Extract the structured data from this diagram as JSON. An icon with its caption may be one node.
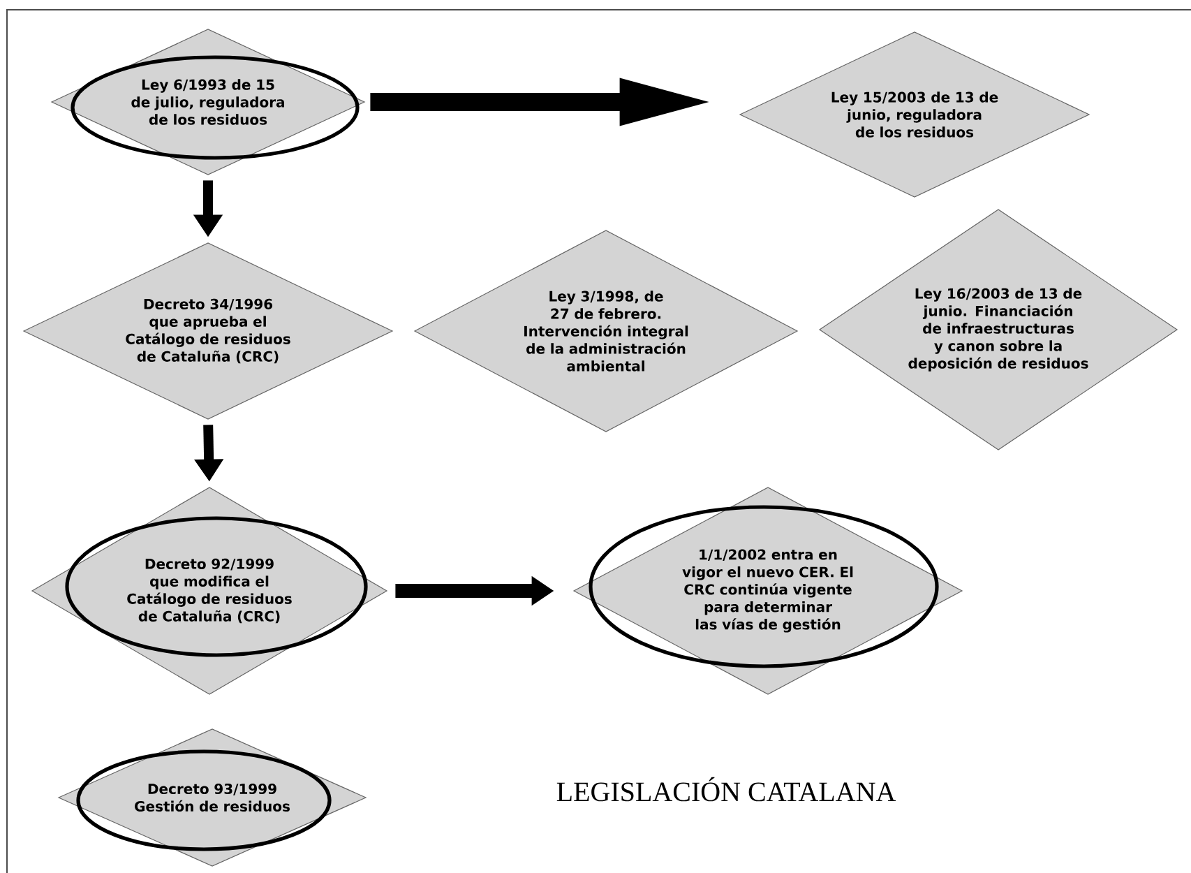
{
  "diagram": {
    "title": "LEGISLACIÓN CATALANA",
    "nodes": [
      {
        "text": [
          "Ley 6/1993 de 15 de julio, reguladora de los residuos"
        ]
      },
      {
        "text": [
          "Ley 15/2003 de 13 de junio, reguladora de los residuos"
        ]
      },
      {
        "text": [
          "Decreto 34/1996 que aprueba el Catálogo de residuos de Cataluña (CRC)"
        ]
      },
      {
        "text": [
          "Ley 3/1998, de 27 de febrero. Intervención integral de la administración ambiental"
        ]
      },
      {
        "text": [
          "Ley 16/2003 de 13 de junio. Financiación de infraestructuras y canon sobre la deposición de residuos"
        ]
      },
      {
        "text": [
          "Decreto 92/1999 que modifica el Catálogo de residuos de Cataluña (CRC)"
        ]
      },
      {
        "text": [
          "1/1/2002 entra en vigor el nuevo CER. El CRC continúa vigente para determinar las vías de gestión"
        ]
      },
      {
        "text": [
          "Decreto 93/1999 Gestión de residuos"
        ]
      }
    ],
    "edges": [
      {
        "from": 0,
        "to": 1,
        "arrow": "to",
        "style": "thick"
      },
      {
        "from": 0,
        "to": 2,
        "arrow": "to"
      },
      {
        "from": 2,
        "to": 5,
        "arrow": "to"
      },
      {
        "from": 5,
        "to": 6,
        "arrow": "to"
      }
    ]
  }
}
